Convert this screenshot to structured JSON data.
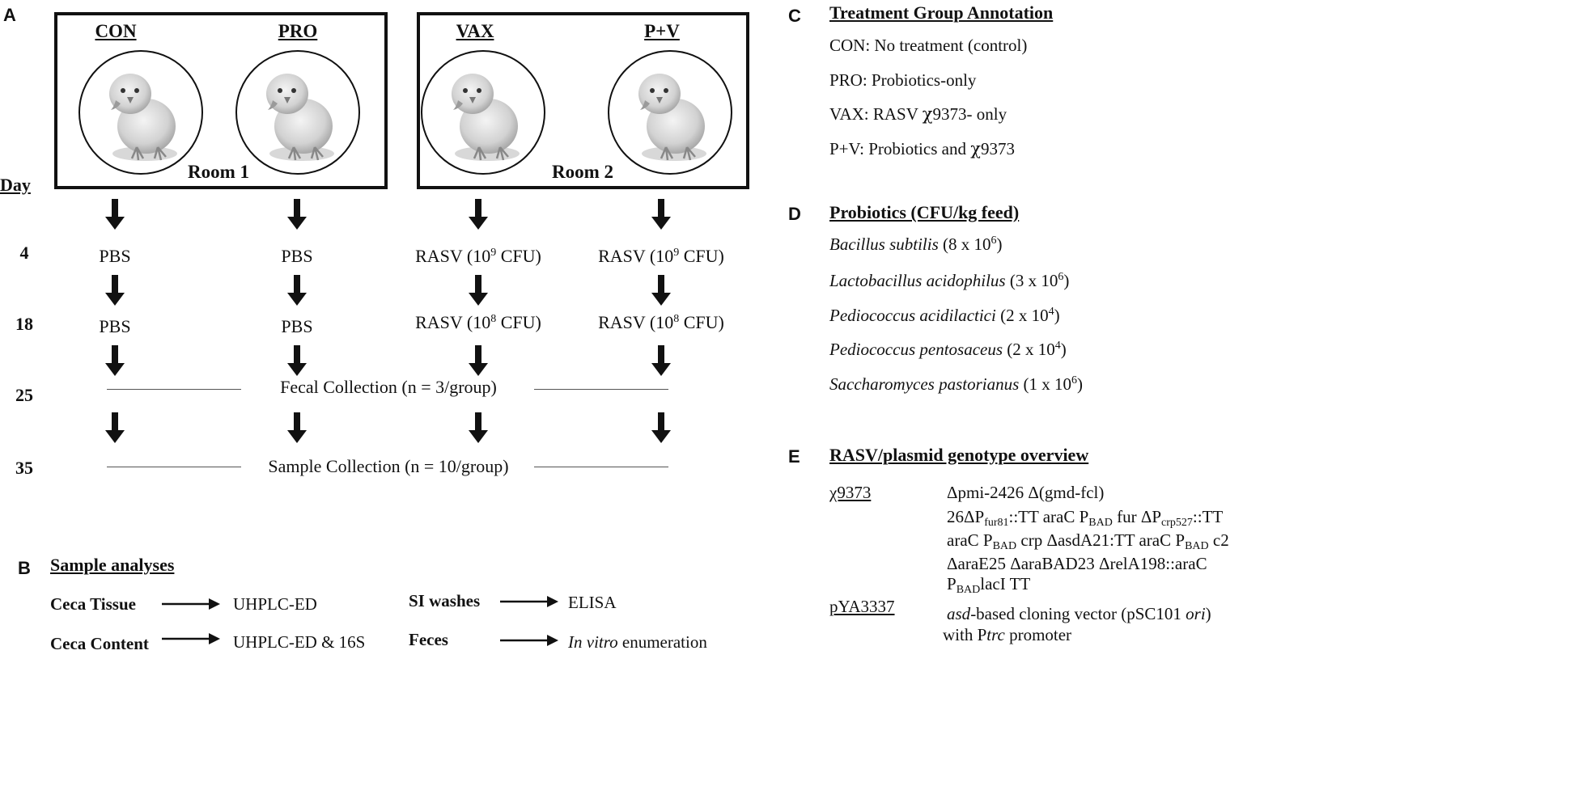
{
  "panels": {
    "A": "A",
    "B": "B",
    "C": "C",
    "D": "D",
    "E": "E"
  },
  "design": {
    "groups": [
      "CON",
      "PRO",
      "VAX",
      "P+V"
    ],
    "rooms": [
      "Room 1",
      "Room 2"
    ],
    "day_header": "Day",
    "days": [
      "4",
      "18",
      "25",
      "35"
    ],
    "day4": [
      "PBS",
      "PBS",
      "RASV (10",
      "RASV (10"
    ],
    "day4_exp": "9",
    "day4_unit": " CFU)",
    "day18": [
      "PBS",
      "PBS",
      "RASV (10",
      "RASV (10"
    ],
    "day18_exp": "8",
    "day18_unit": " CFU)",
    "day25": "Fecal Collection (n = 3/group)",
    "day35": "Sample Collection (n = 10/group)"
  },
  "analyses": {
    "heading": "Sample analyses",
    "rows": [
      {
        "sample": "Ceca Tissue",
        "method": "UHPLC-ED"
      },
      {
        "sample": "Ceca Content",
        "method": "UHPLC-ED & 16S"
      },
      {
        "sample": "SI washes",
        "method": "ELISA"
      },
      {
        "sample": "Feces",
        "method_italic": "In vitro",
        "method": " enumeration"
      }
    ]
  },
  "treatment": {
    "heading": "Treatment Group Annotation",
    "items": [
      "CON: No treatment (control)",
      "PRO: Probiotics-only",
      "VAX: RASV ",
      "P+V: Probiotics and "
    ],
    "chi": "χ",
    "strain": "9373",
    "vax_suffix": "- only"
  },
  "probiotics": {
    "heading": "Probiotics (CFU/kg feed)",
    "items": [
      {
        "name": "Bacillus subtilis",
        "base": " (8 x 10",
        "exp": "6",
        "close": ")"
      },
      {
        "name": "Lactobacillus acidophilus",
        "base": " (3 x 10",
        "exp": "6",
        "close": ")"
      },
      {
        "name": "Pediococcus acidilactici",
        "base": " (2 x 10",
        "exp": "4",
        "close": ")"
      },
      {
        "name": "Pediococcus pentosaceus",
        "base": " (2 x 10",
        "exp": "4",
        "close": ")"
      },
      {
        "name": "Saccharomyces pastorianus",
        "base": " (1 x 10",
        "exp": "6",
        "close": ")"
      }
    ]
  },
  "genotype": {
    "heading": "RASV/plasmid genotype overview",
    "strain_label": "χ9373",
    "plasmid_label": "pYA3337",
    "strain_lines": {
      "l1": "Δpmi-2426 Δ(gmd-fcl)",
      "l2a": "26ΔP",
      "l2s1": "fur81",
      "l2b": "::TT araC P",
      "l2s2": "BAD",
      "l2c": " fur ΔP",
      "l2s3": "crp527",
      "l2d": "::TT",
      "l3a": "araC P",
      "l3s1": "BAD",
      "l3b": " crp ΔasdA21:TT araC P",
      "l3s2": "BAD",
      "l3c": " c2",
      "l4": "ΔaraE25 ΔaraBAD23 ΔrelA198::araC",
      "l5a": "P",
      "l5s": "BAD",
      "l5b": "lacI TT"
    },
    "plasmid_lines": {
      "l1a_i": "asd",
      "l1b": "-based cloning vector (pSC101 ",
      "l1c_i": "ori",
      "l1d": ")",
      "l2a": "with P",
      "l2b_i": "trc",
      "l2c": " promoter"
    }
  }
}
